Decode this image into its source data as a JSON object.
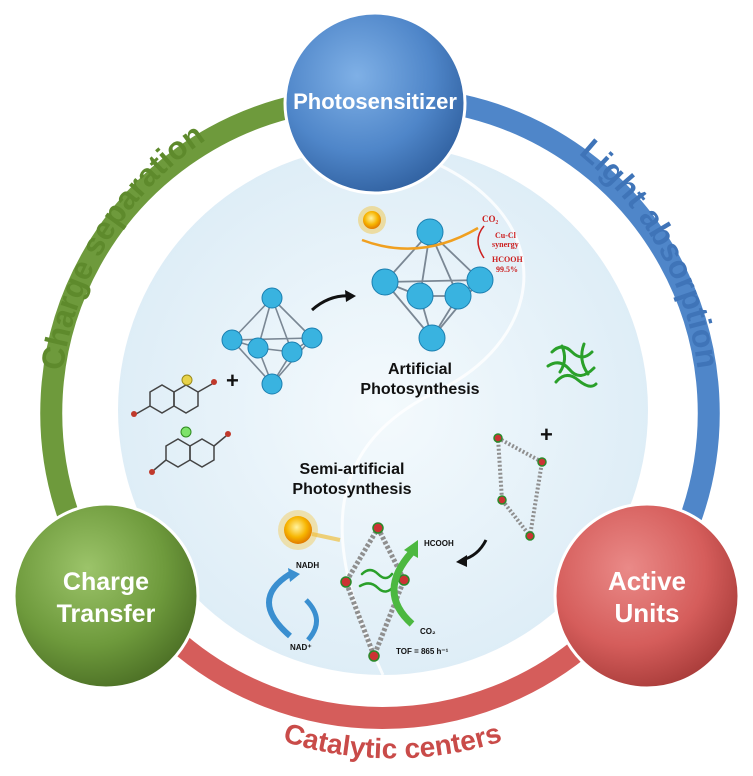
{
  "nodes": {
    "top": {
      "label": "Photosensitizer",
      "color": "#4f86c9"
    },
    "left": {
      "line1": "Charge",
      "line2": "Transfer",
      "color": "#6e9a3c"
    },
    "right": {
      "line1": "Active",
      "line2": "Units",
      "color": "#d55d5b"
    }
  },
  "arcs": {
    "left_label": "Charge separation",
    "right_label": "Light absorption",
    "bottom_label": "Catalytic centers",
    "left_color": "#6e9a3c",
    "right_color": "#4f86c9",
    "bottom_color": "#d55d5b"
  },
  "inner": {
    "artificial_line1": "Artificial",
    "artificial_line2": "Photosynthesis",
    "semi_line1": "Semi-artificial",
    "semi_line2": "Photosynthesis",
    "plus_sign": "+",
    "co2_top": "CO₂",
    "cucl_line1": "Cu-Cl",
    "cucl_line2": "synergy",
    "hcooh_top": "HCOOH",
    "percent": "99.5%",
    "hcooh_bottom": "HCOOH",
    "co2_bottom": "CO₂",
    "nadh": "NADH",
    "nad": "NAD⁺",
    "tof": "TOF = 865 h⁻¹"
  }
}
